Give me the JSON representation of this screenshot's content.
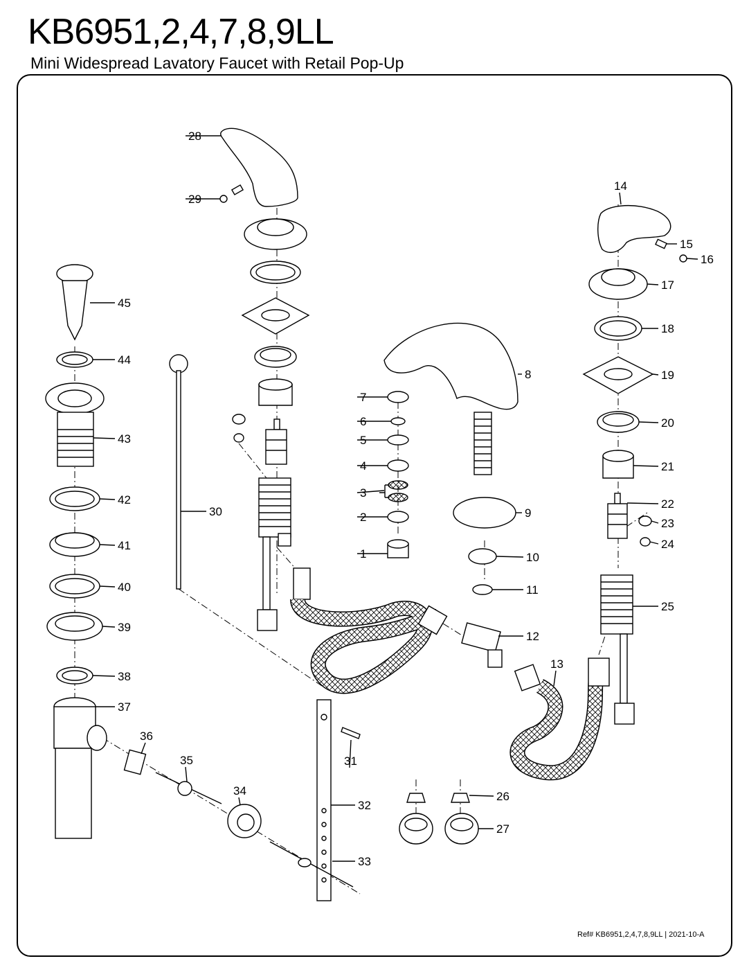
{
  "title": "KB6951,2,4,7,8,9LL",
  "subtitle": "Mini Widespread Lavatory Faucet with Retail Pop-Up",
  "reference": "Ref# KB6951,2,4,7,8,9LL | 2021-10-A",
  "callouts": [
    "1",
    "2",
    "3",
    "4",
    "5",
    "6",
    "7",
    "8",
    "9",
    "10",
    "11",
    "12",
    "13",
    "14",
    "15",
    "16",
    "17",
    "18",
    "19",
    "20",
    "21",
    "22",
    "23",
    "24",
    "25",
    "26",
    "27",
    "28",
    "29",
    "30",
    "31",
    "32",
    "33",
    "34",
    "35",
    "36",
    "37",
    "38",
    "39",
    "40",
    "41",
    "42",
    "43",
    "44",
    "45"
  ]
}
